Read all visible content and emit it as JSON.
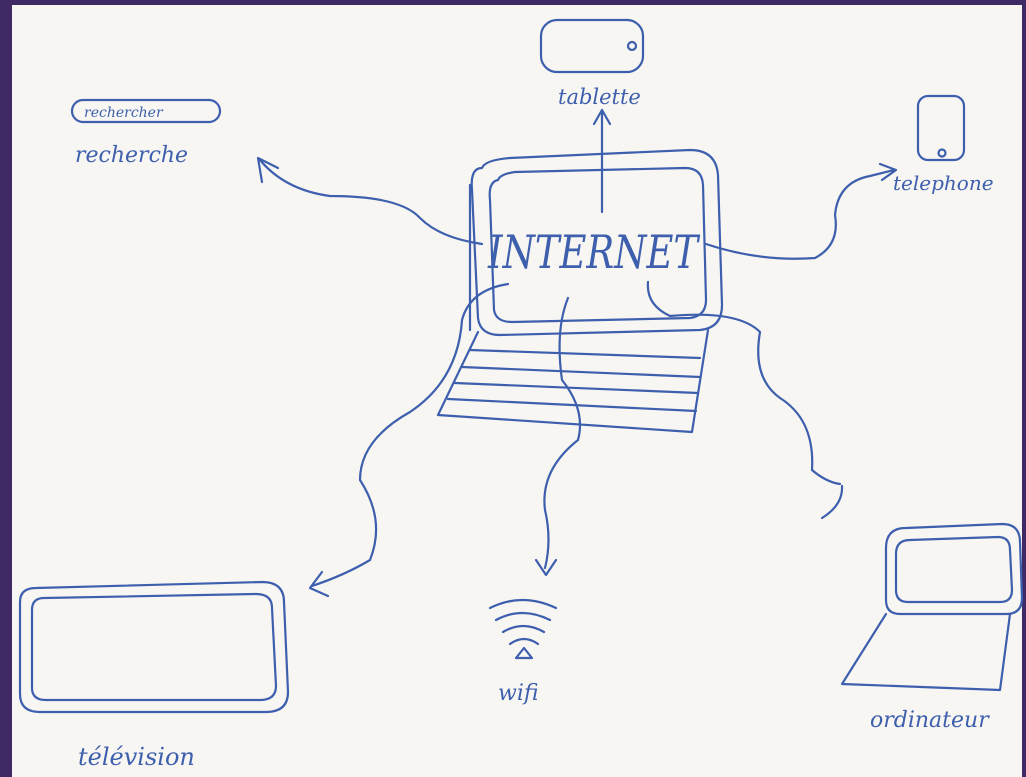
{
  "diagram": {
    "center_label": "INTERNET",
    "search_box_label": "rechercher",
    "labels": {
      "search": "recherche",
      "tablet": "tablette",
      "phone": "telephone",
      "tv": "télévision",
      "wifi": "wifi",
      "computer": "ordinateur"
    },
    "ink_color": "#3d5fad",
    "frame_color": "#3f2a66",
    "paper_color": "#f7f6f3"
  }
}
